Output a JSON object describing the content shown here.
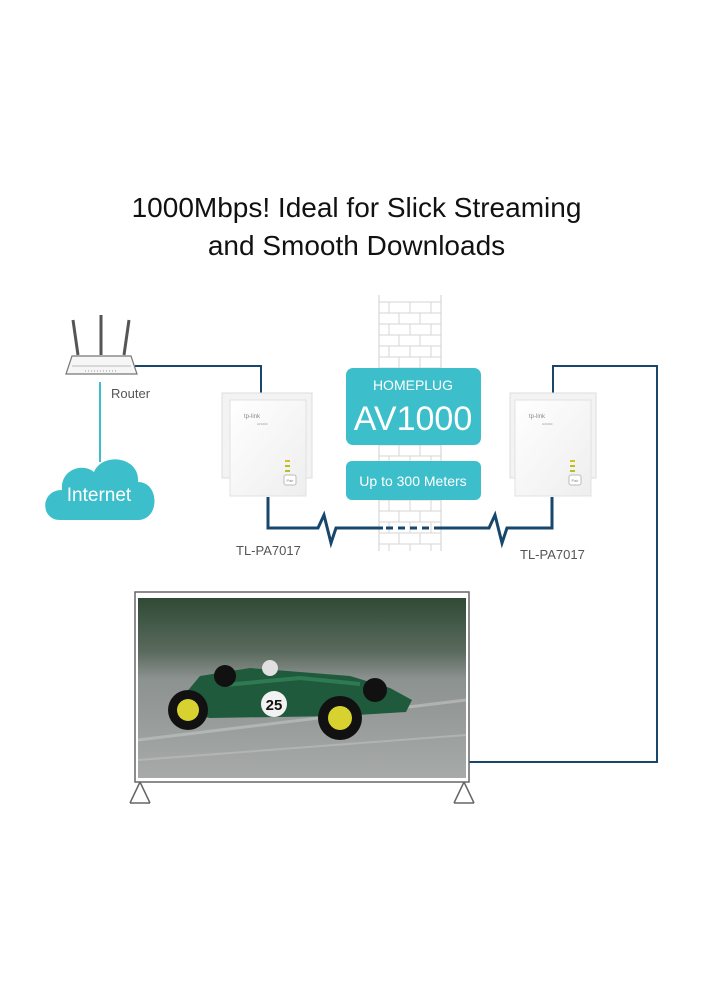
{
  "title": {
    "line1": "1000Mbps! Ideal for Slick Streaming",
    "line2": "and Smooth Downloads"
  },
  "router": {
    "label": "Router"
  },
  "internet": {
    "label": "Internet"
  },
  "homeplug": {
    "line1": "HOMEPLUG",
    "line2": "AV1000"
  },
  "range": {
    "label": "Up to 300 Meters"
  },
  "adapters": [
    {
      "model": "TL-PA7017",
      "brand": "tp-link",
      "sub": "AV1000",
      "button": "Pair"
    },
    {
      "model": "TL-PA7017",
      "brand": "tp-link",
      "sub": "AV1000",
      "button": "Pair"
    }
  ],
  "tv": {
    "car_number": "25"
  },
  "colors": {
    "teal": "#3dbfcb",
    "line": "#17476c",
    "wall": "#d9d9d9"
  }
}
